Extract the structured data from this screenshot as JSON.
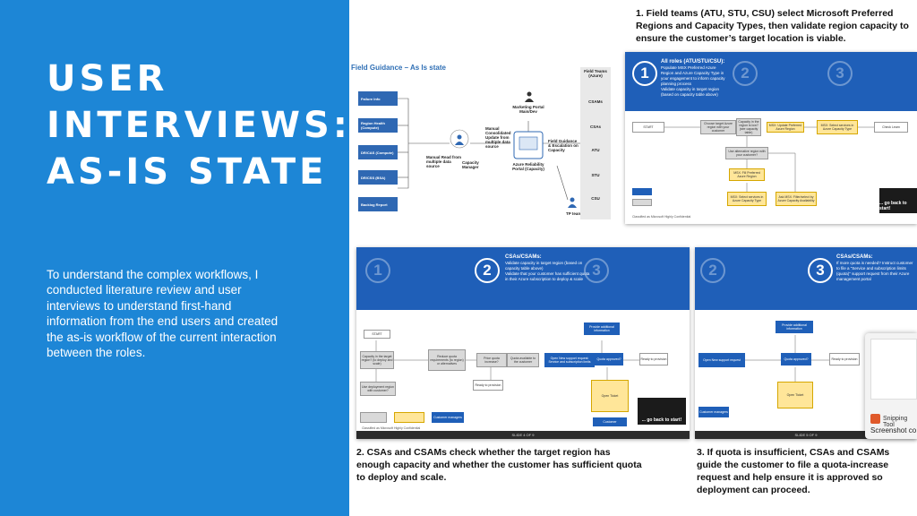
{
  "left_panel": {
    "title_lines": [
      "USER",
      "INTERVIEWS:",
      "AS-IS STATE"
    ],
    "description": "To understand the complex workflows, I conducted literature review and user interviews to understand first-hand information from the end users and created the as-is workflow of the current interaction between the roles.",
    "bg_color": "#1d86d6"
  },
  "captions": {
    "top": "1. Field teams (ATU, STU, CSU) select Microsoft Preferred Regions and Capacity Types, then validate region capacity to ensure the customer’s target location is viable.",
    "bottom_left": "2. CSAs and CSAMs check whether the target region has enough capacity and whether the customer has sufficient quota to deploy and scale.",
    "bottom_right": "3. If quota is insufficient, CSAs and CSAMs guide the customer to file a quota-increase request and help ensure it is approved so deployment can proceed."
  },
  "asis_slide": {
    "title": "Field Guidance – As Is state",
    "sources": [
      "Failure Info",
      "Region Health (Compute)",
      "DR/CAS (Compute)",
      "DR/CSS (BSA)",
      "Backlog Report"
    ],
    "labels": {
      "manual_read": "Manual Read from multiple data source",
      "capacity_manager": "Capacity Manager",
      "manual_update": "Manual Consolidated Update from multiple data source",
      "marketing_portal": "Marketing Portal Main/Dev",
      "azure_portal": "Azure Reliability Portal (Capacity)",
      "field_guidance": "Field Guidance & Escalation on Capacity",
      "tp_teams": "TP teams",
      "field_teams": "Field Teams (Azure)",
      "roles": [
        "CSAMs",
        "CSAs",
        "ATU",
        "STU",
        "CSU"
      ]
    }
  },
  "slide1": {
    "number": "1",
    "heading": "All roles (ATU/STU/CSU):",
    "bullets": [
      "Populate MSX Preferred Azure Region and Azure Capacity Type in your engagement to inform capacity planning process",
      "Validate capacity in target region (based on capacity table above)"
    ],
    "other_numbers": [
      "2",
      "3"
    ],
    "boxes": [
      "START",
      "Choose target Azure region with your customer",
      "Capacity in the region is low? (see capacity table)",
      "MSX: Update Preferred Azure Region",
      "MSX: Select services in Azure Capacity Type",
      "Check Learn",
      "Use alternative region with your customer?",
      "MSX: Fill Preferred Azure Region",
      "MSX: Select services in Azure Capacity Type",
      "Ask MSX: Filter/select by Azure Capacity Availability"
    ],
    "footer": "Classified as Microsoft Highly Confidential",
    "back_label": "... go back to start!"
  },
  "slide2": {
    "number": "2",
    "heading": "CSAs/CSAMs:",
    "bullets": [
      "Validate capacity in target region (based on capacity table above)",
      "Validate that your customer has sufficient quota in their Azure subscription to deploy & scale"
    ],
    "other_numbers": [
      "1",
      "3"
    ],
    "boxes": [
      "START",
      "Capacity in the target region? (to deploy and scale)",
      "Reduce quota requirements (to region) or alternatives",
      "Price quota increase?",
      "Quota available to the customer",
      "Open New support request: Service and subscription limits",
      "Provide additional information",
      "Quota approved?",
      "Ready to provision",
      "Use deployment region with customer?",
      "Ready to provision",
      "Customer managers",
      "Open Ticket",
      "Customer"
    ],
    "toolbar": "SLIDE 4 OF 9",
    "footer": "Classified as Microsoft Highly Confidential",
    "back_label": "... go back to start!"
  },
  "slide3": {
    "number": "3",
    "heading": "CSAs/CSAMs:",
    "bullets": [
      "If more quota is needed? Instruct customer to file a \"Service and subscription limits (quota)\" support request from their Azure management portal"
    ],
    "other_numbers": [
      "2"
    ],
    "boxes": [
      "Provide additional information",
      "Open New support request",
      "Quota approved?",
      "Ready to provision",
      "Customer managers",
      "Open Ticket"
    ],
    "toolbar": "SLIDE 5 OF 9"
  },
  "snipping_tool": {
    "app_label": "Snipping Tool",
    "subtitle": "Screenshot co"
  }
}
